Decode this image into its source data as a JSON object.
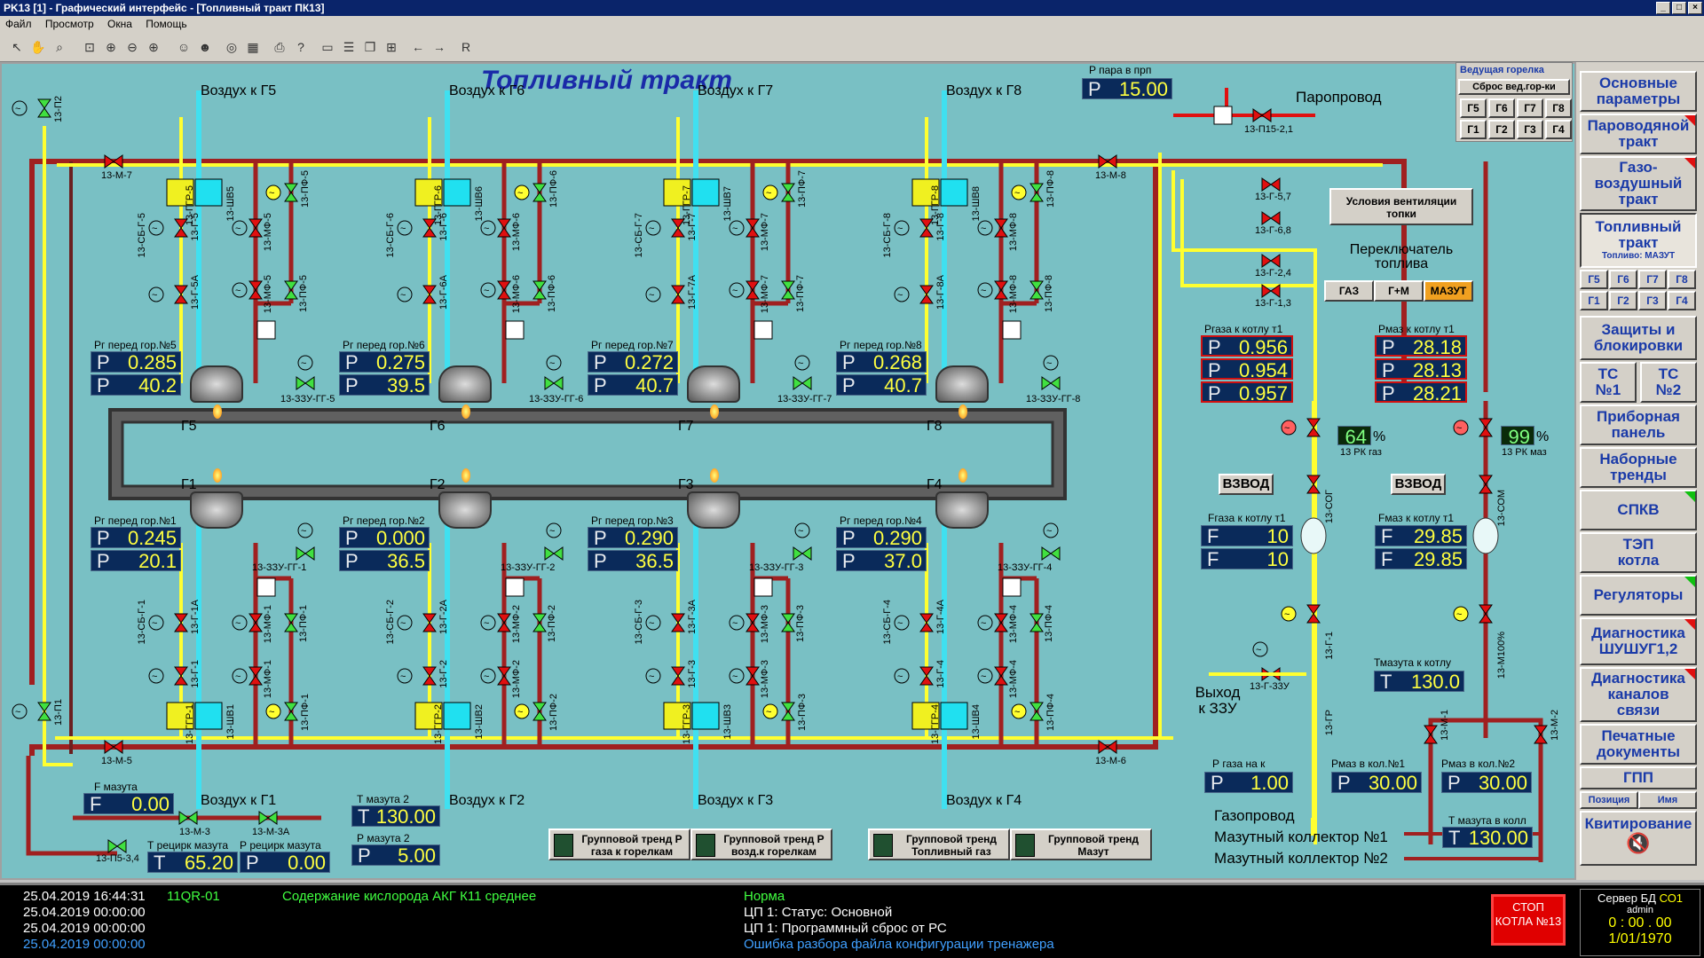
{
  "window": {
    "title": "PK13 [1] - Графический интерфейс - [Топливный тракт ПК13]"
  },
  "menu": [
    "Файл",
    "Просмотр",
    "Окна",
    "Помощь"
  ],
  "toolbar_text": "R",
  "mimic": {
    "title": "Топливный тракт",
    "steam_label": "P пара в прп",
    "steam_p": "P",
    "steam_val": "15.00",
    "air": [
      "Воздух к Г5",
      "Воздух к Г6",
      "Воздух к Г7",
      "Воздух к Г8",
      "Воздух к Г1",
      "Воздух к Г2",
      "Воздух к Г3",
      "Воздух к Г4"
    ],
    "paroprovod": "Паропровод",
    "valve_p15": "13-П15-2,1",
    "burner_names": [
      "Г5",
      "Г6",
      "Г7",
      "Г8",
      "Г1",
      "Г2",
      "Г3",
      "Г4"
    ],
    "top_pressures": [
      {
        "label": "Рг перед гор.№5",
        "a": "0.285",
        "b": "40.2"
      },
      {
        "label": "Рг перед гор.№6",
        "a": "0.275",
        "b": "39.5"
      },
      {
        "label": "Рг перед гор.№7",
        "a": "0.272",
        "b": "40.7"
      },
      {
        "label": "Рг перед гор.№8",
        "a": "0.268",
        "b": "40.7"
      }
    ],
    "bot_pressures": [
      {
        "label": "Рг перед гор.№1",
        "a": "0.245",
        "b": "20.1"
      },
      {
        "label": "Рг перед гор.№2",
        "a": "0.000",
        "b": "36.5"
      },
      {
        "label": "Рг перед гор.№3",
        "a": "0.290",
        "b": "36.5"
      },
      {
        "label": "Рг перед гор.№4",
        "a": "0.290",
        "b": "37.0"
      }
    ],
    "p": "P",
    "top_valves": [
      {
        "ggr": "13-ГГР-5",
        "shv": "13-ШВ5",
        "pf": "13-ПФ-5",
        "g": "13-Г-5",
        "ga": "13-Г-5А",
        "sb": "13-СБ-Г-5",
        "mf": "13-МФ-5",
        "mfb": "13-МФ-5",
        "pfb": "13-ПФ-5",
        "zzu": "13-ЗЗУ-ГГ-5"
      },
      {
        "ggr": "13-ГГР-6",
        "shv": "13-ШВ6",
        "pf": "13-ПФ-6",
        "g": "13-Г-6",
        "ga": "13-Г-6А",
        "sb": "13-СБ-Г-6",
        "mf": "13-МФ-6",
        "mfb": "13-МФ-6",
        "pfb": "13-ПФ-6",
        "zzu": "13-ЗЗУ-ГГ-6"
      },
      {
        "ggr": "13-ГГР-7",
        "shv": "13-ШВ7",
        "pf": "13-ПФ-7",
        "g": "13-Г-7",
        "ga": "13-Г-7А",
        "sb": "13-СБ-Г-7",
        "mf": "13-МФ-7",
        "mfb": "13-МФ-7",
        "pfb": "13-ПФ-7",
        "zzu": "13-ЗЗУ-ГГ-7"
      },
      {
        "ggr": "13-ГГР-8",
        "shv": "13-ШВ8",
        "pf": "13-ПФ-8",
        "g": "13-Г-8",
        "ga": "13-Г-8А",
        "sb": "13-СБ-Г-8",
        "mf": "13-МФ-8",
        "mfb": "13-МФ-8",
        "pfb": "13-ПФ-8",
        "zzu": "13-ЗЗУ-ГГ-8"
      }
    ],
    "bot_valves": [
      {
        "ggr": "13-ГГР-1",
        "shv": "13-ШВ1",
        "pf": "13-ПФ-1",
        "g": "13-Г-1",
        "ga": "13-Г-1А",
        "sb": "13-СБ-Г-1",
        "mf": "13-МФ-1",
        "mfb": "13-МФ-1",
        "pfb": "13-ПФ-1",
        "zzu": "13-ЗЗУ-ГГ-1"
      },
      {
        "ggr": "13-ГГР-2",
        "shv": "13-ШВ2",
        "pf": "13-ПФ-2",
        "g": "13-Г-2",
        "ga": "13-Г-2А",
        "sb": "13-СБ-Г-2",
        "mf": "13-МФ-2",
        "mfb": "13-МФ-2",
        "pfb": "13-ПФ-2",
        "zzu": "13-ЗЗУ-ГГ-2"
      },
      {
        "ggr": "13-ГГР-3",
        "shv": "13-ШВ3",
        "pf": "13-ПФ-3",
        "g": "13-Г-3",
        "ga": "13-Г-3А",
        "sb": "13-СБ-Г-3",
        "mf": "13-МФ-3",
        "mfb": "13-МФ-3",
        "pfb": "13-ПФ-3",
        "zzu": "13-ЗЗУ-ГГ-3"
      },
      {
        "ggr": "13-ГГР-4",
        "shv": "13-ШВ4",
        "pf": "13-ПФ-4",
        "g": "13-Г-4",
        "ga": "13-Г-4А",
        "sb": "13-СБ-Г-4",
        "mf": "13-МФ-4",
        "mfb": "13-МФ-4",
        "pfb": "13-ПФ-4",
        "zzu": "13-ЗЗУ-ГГ-4"
      }
    ],
    "m7": "13-М-7",
    "m8": "13-М-8",
    "m5": "13-М-5",
    "m6": "13-М-6",
    "p2": "13-П2",
    "p1": "13-П1",
    "gvalves": [
      "13-Г-5,7",
      "13-Г-6,8",
      "13-Г-2,4",
      "13-Г-1,3"
    ],
    "vent_btn": "Условия вентиляции топки",
    "switch_title": "Переключатель топлива",
    "switch": [
      "ГАЗ",
      "Г+М",
      "МАЗУТ"
    ],
    "lead": {
      "title": "Ведущая горелка",
      "reset": "Сброс вед.гор-ки",
      "b": [
        "Г5",
        "Г6",
        "Г7",
        "Г8",
        "Г1",
        "Г2",
        "Г3",
        "Г4"
      ]
    },
    "pgas_label": "Ргаза к котлу т1",
    "pgas": [
      "0.956",
      "0.954",
      "0.957"
    ],
    "pmaz_label": "Рмаз к котлу т1",
    "pmaz": [
      "28.18",
      "28.13",
      "28.21"
    ],
    "rk_gas": {
      "val": "64",
      "unit": "%",
      "label": "13 РК газ"
    },
    "rk_maz": {
      "val": "99",
      "unit": "%",
      "label": "13 РК маз"
    },
    "vzvod": "ВЗВОД",
    "sog": "13-СОГ",
    "som": "13-СОМ",
    "fgas_label": "Fгаза к котлу т1",
    "fgas": [
      "10",
      "10"
    ],
    "f": "F",
    "fmaz_label": "Fмаз к котлу т1",
    "fmaz": [
      "29.85",
      "29.85"
    ],
    "g1": "13-Г-1",
    "m100": "13-М100%",
    "g33u": "13-Г-33У",
    "gr": "13-ГР",
    "m1": "13-М-1",
    "m2": "13-М-2",
    "exit": "Выход к ЗЗУ",
    "tmaz_label": "Тмазута к котлу",
    "tmaz": "130.0",
    "t": "T",
    "pgasnak_label": "Р газа на к",
    "pgasnak": "1.00",
    "pmaz1_label": "Рмаз в кол.№1",
    "pmaz1": "30.00",
    "pmaz2_label": "Рмаз в кол.№2",
    "pmaz2": "30.00",
    "tkoll_label": "Т мазута в колл",
    "tkoll": "130.00",
    "gasoprovod": "Газопровод",
    "col1": "Мазутный коллектор №1",
    "col2": "Мазутный коллектор №2",
    "fmazuta_label": "F мазута",
    "fmazuta": "0.00",
    "m3": "13-М-3",
    "m3a": "13-М-3А",
    "p534": "13-П5-3,4",
    "trecirc_label": "Т рецирк мазута",
    "trecirc": "65.20",
    "precirc_label": "Р рецирк мазута",
    "precirc": "0.00",
    "tmaz2_label": "Т мазута 2",
    "tmaz2": "130.00",
    "pmaz2b_label": "Р мазута 2",
    "pmaz2b": "5.00",
    "trends": [
      "Групповой тренд Р газа к горелкам",
      "Групповой тренд Р возд.к горелкам",
      "Групповой тренд Топливный газ",
      "Групповой тренд Мазут"
    ]
  },
  "nav": {
    "items": [
      "Основные параметры",
      "Пароводяной тракт",
      "Газо- воздушный тракт",
      "Топливный тракт",
      "Защиты и блокировки",
      "Приборная панель",
      "Наборные тренды",
      "СПКВ",
      "ТЭП котла",
      "Регуляторы",
      "Диагностика ШУШУГ1,2",
      "Диагностика каналов связи",
      "Печатные документы",
      "ГПП",
      "Квитирование"
    ],
    "fuel_sub": "Топливо: МАЗУТ",
    "g": [
      "Г5",
      "Г6",
      "Г7",
      "Г8",
      "Г1",
      "Г2",
      "Г3",
      "Г4"
    ],
    "tc1": "ТС №1",
    "tc2": "ТС №2",
    "pos": "Позиция",
    "name": "Имя"
  },
  "status": {
    "rows": [
      {
        "time": "25.04.2019 16:44:31",
        "code": "11QR-01",
        "msg": "Содержание кислорода АКГ К11 среднее"
      },
      {
        "time": "25.04.2019 00:00:00",
        "code": "",
        "msg": ""
      },
      {
        "time": "25.04.2019 00:00:00",
        "code": "",
        "msg": ""
      },
      {
        "time": "25.04.2019 00:00:00",
        "code": "",
        "msg": ""
      }
    ],
    "mid": [
      "Норма",
      "ЦП 1: Статус: Основной",
      "ЦП 1: Программный сброс от РС",
      "Ошибка разбора файла конфигурации тренажера"
    ],
    "stop": "СТОП КОТЛА №13",
    "server": "Сервер БД",
    "server_id": "СО1",
    "user": "admin",
    "time": "0 : 00 . 00",
    "date": "1/01/1970"
  }
}
